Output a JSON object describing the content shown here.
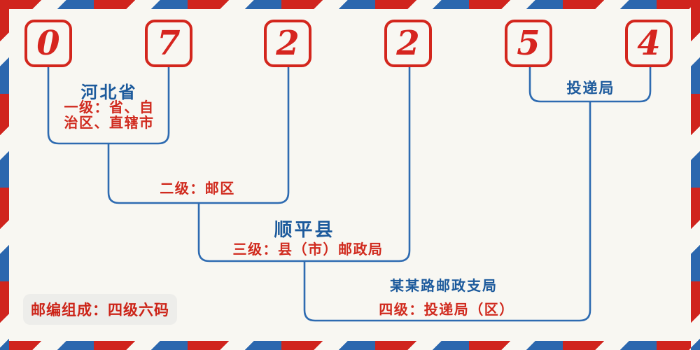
{
  "postal_code": {
    "digits": [
      "0",
      "7",
      "2",
      "2",
      "5",
      "4"
    ]
  },
  "annotations": {
    "level1": {
      "region": "河北省",
      "desc": "一级：省、自治区、直辖市"
    },
    "level2": {
      "desc": "二级：邮区"
    },
    "level3": {
      "region": "顺平县",
      "desc": "三级：县（市）邮政局"
    },
    "level4": {
      "region": "某某路邮政支局",
      "desc": "四级：投递局（区）"
    },
    "delivery": {
      "label": "投递局"
    }
  },
  "footer": {
    "composition_label": "邮编组成：四级六码"
  },
  "colors": {
    "stripe_red": "#d0241d",
    "stripe_blue": "#2b67ae",
    "line_blue": "#2e6bb1",
    "heading_blue": "#1c5a9c",
    "desc_red": "#d02a1e",
    "digit_red": "#d6251f",
    "background": "#f8f7f2",
    "badge_background": "#ededea"
  }
}
